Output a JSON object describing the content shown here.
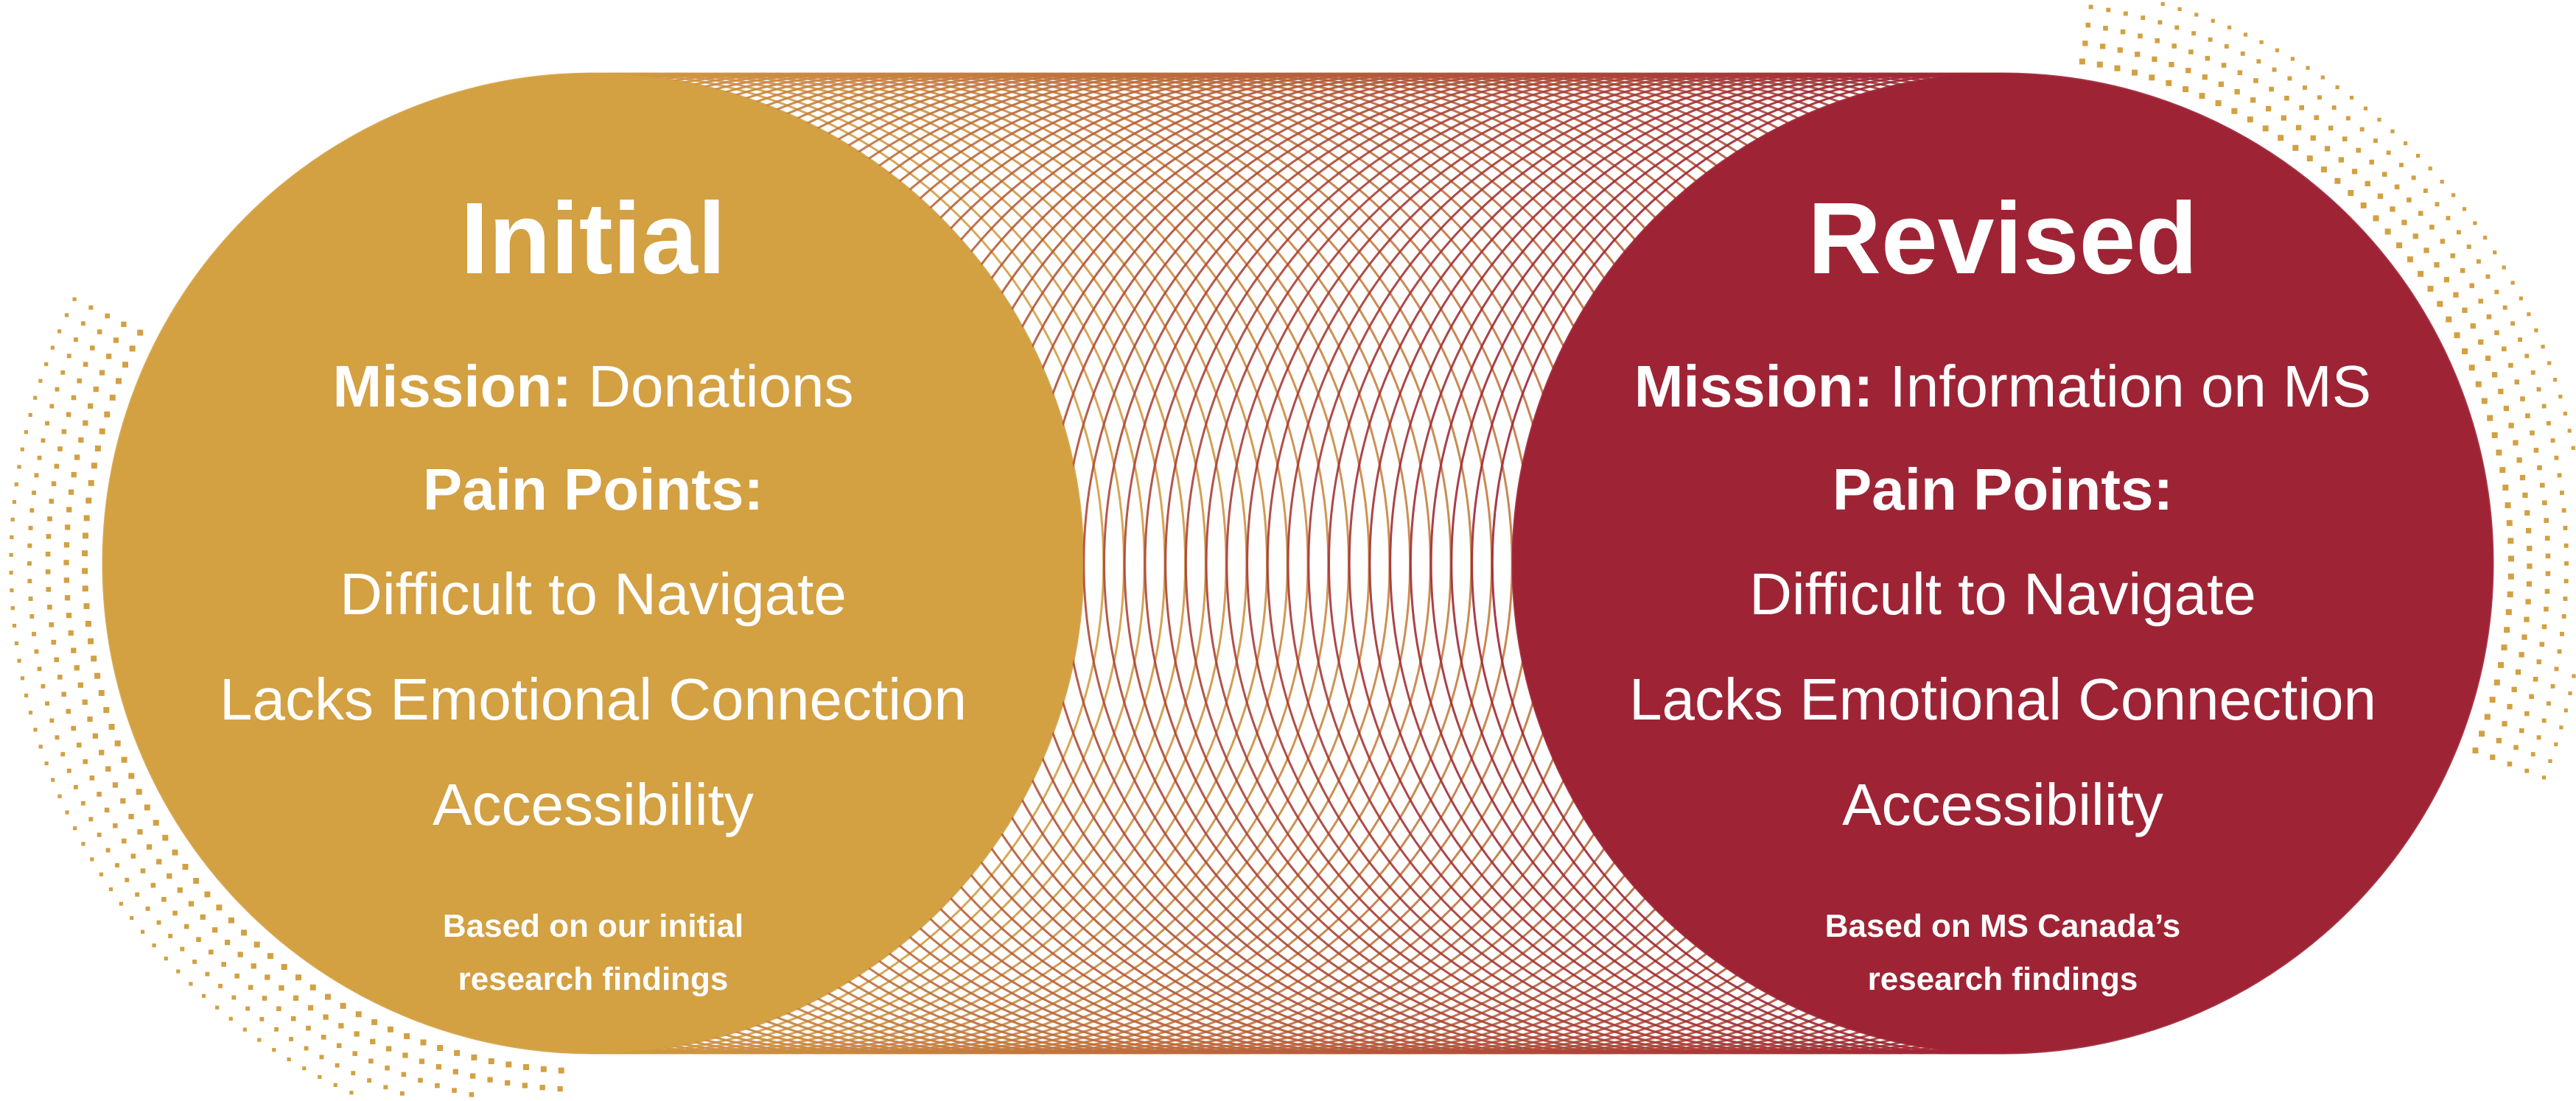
{
  "colors": {
    "gold": "#D3A042",
    "crimson": "#9E2435",
    "text": "#FFFFFF"
  },
  "left": {
    "title": "Initial",
    "mission_label": "Mission:",
    "mission_value": "Donations",
    "pain_points_label": "Pain Points:",
    "pain_points": [
      "Difficult to Navigate",
      "Lacks Emotional Connection",
      "Accessibility"
    ],
    "note_line1": "Based on our initial",
    "note_line2": "research findings"
  },
  "right": {
    "title": "Revised",
    "mission_label": "Mission:",
    "mission_value": "Information on MS",
    "pain_points_label": "Pain Points:",
    "pain_points": [
      "Difficult to Navigate",
      "Lacks Emotional Connection",
      "Accessibility"
    ],
    "note_line1": "Based on MS Canada’s",
    "note_line2": "research findings"
  }
}
